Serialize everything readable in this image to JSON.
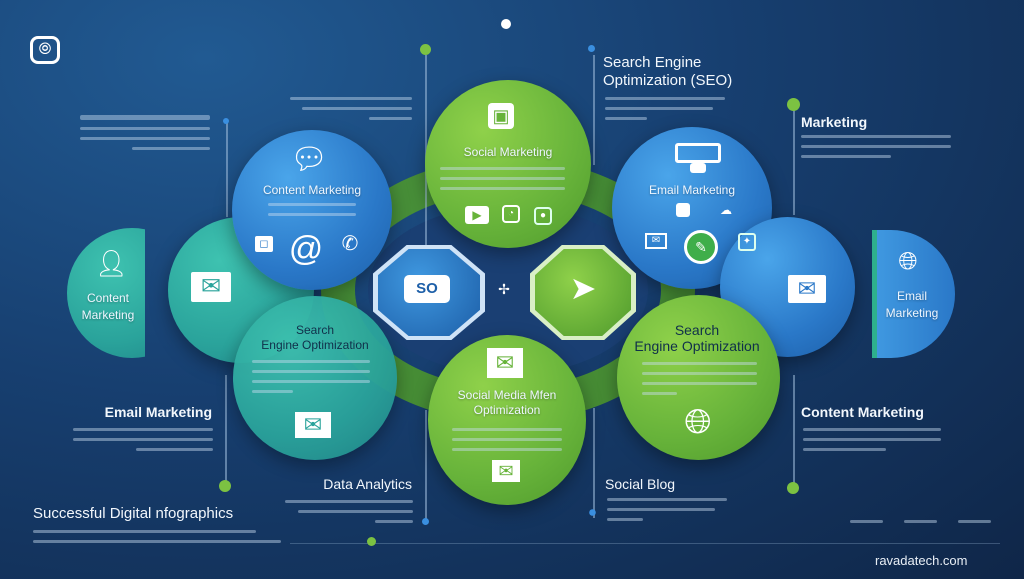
{
  "circles": {
    "far_left": "Content\nMarketing",
    "content_marketing": "Content Marketing",
    "social_marketing": "Social Marketing",
    "email_marketing": "Email Marketing",
    "far_right": "Email\nMarketing",
    "seo_left": "Search\nEngine Optimization",
    "social_media": "Social Media Mfen\nOptimization",
    "seo_right": "Search\nEngine Optimization"
  },
  "octagons": {
    "left_label": "SO"
  },
  "headings": {
    "seo": "Search Engine\nOptimization  (SEO)",
    "marketing": "Marketing",
    "email_marketing": "Email Marketing",
    "data_analytics": "Data Analytics",
    "title": "Successful Digital nfographics",
    "social_blog": "Social Blog",
    "content_marketing": "Content Marketing"
  },
  "watermark": "ravadatech.com",
  "colors": {
    "blue": "#2a78c8",
    "green": "#67b33a",
    "teal": "#2aa39b",
    "background": "#173f70"
  }
}
